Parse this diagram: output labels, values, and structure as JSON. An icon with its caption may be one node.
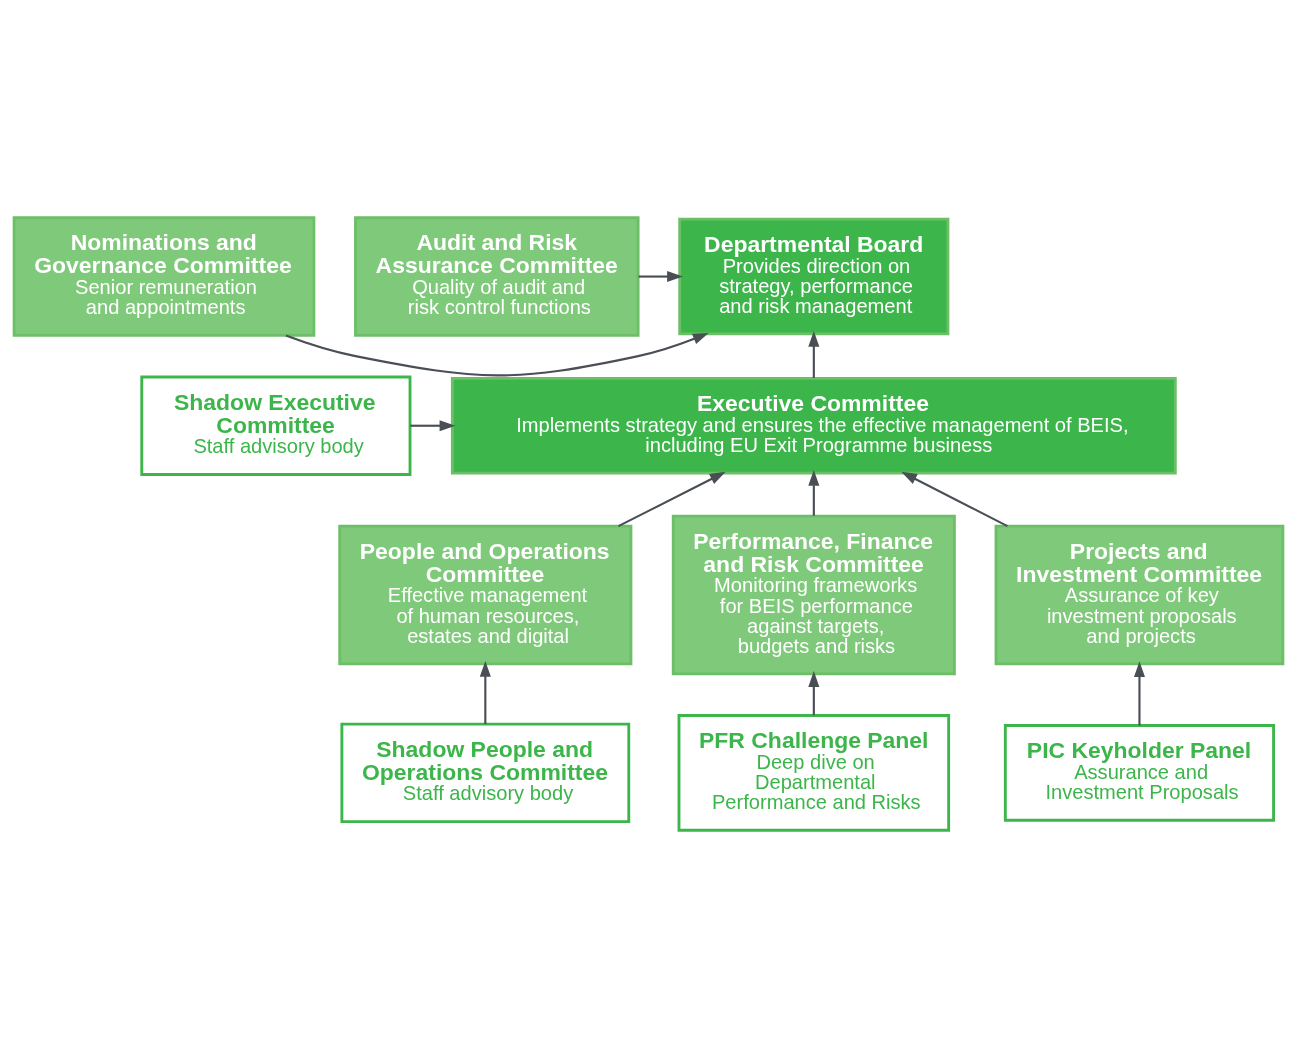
{
  "diagram": {
    "nodes": [
      {
        "text": [
          "Nominations and Governance Committee",
          "Senior remuneration and appointments"
        ]
      },
      {
        "text": [
          "Departmental Board",
          "Provides direction on strategy, performance and risk management"
        ]
      },
      {
        "text": [
          "Audit and Risk Assurance Committee",
          "Quality of audit and risk control functions"
        ]
      },
      {
        "text": [
          "Executive Committee",
          "Implements strategy and ensures the effective management of BEIS, including EU Exit Programme business"
        ]
      },
      {
        "text": [
          "Shadow Executive Committee",
          "Staff advisory body"
        ]
      },
      {
        "text": [
          "People and Operations Committee",
          "Effective management of human resources, estates and digital"
        ]
      },
      {
        "text": [
          "Performance, Finance and Risk Committee",
          "Monitoring frameworks for BEIS performance against targets, budgets and risks"
        ]
      },
      {
        "text": [
          "Projects and Investment Committee",
          "Assurance of key investment proposals and projects"
        ]
      },
      {
        "text": [
          "Shadow People and Operations Committee",
          "Staff advisory body"
        ]
      },
      {
        "text": [
          "PFR Challenge Panel",
          "Deep dive on Departmental Performance and Risks"
        ]
      },
      {
        "text": [
          "PIC Keyholder Panel",
          "Assurance and Investment Proposals"
        ]
      }
    ],
    "edges": [
      {
        "from": 0,
        "to": 1,
        "arrow": "to"
      },
      {
        "from": 2,
        "to": 1,
        "arrow": "to"
      },
      {
        "from": 3,
        "to": 1,
        "arrow": "to"
      },
      {
        "from": 4,
        "to": 3,
        "arrow": "to"
      },
      {
        "from": 5,
        "to": 3,
        "arrow": "to"
      },
      {
        "from": 6,
        "to": 3,
        "arrow": "to"
      },
      {
        "from": 7,
        "to": 3,
        "arrow": "to"
      },
      {
        "from": 8,
        "to": 5,
        "arrow": "to"
      },
      {
        "from": 9,
        "to": 6,
        "arrow": "to"
      },
      {
        "from": 10,
        "to": 7,
        "arrow": "to"
      }
    ]
  }
}
